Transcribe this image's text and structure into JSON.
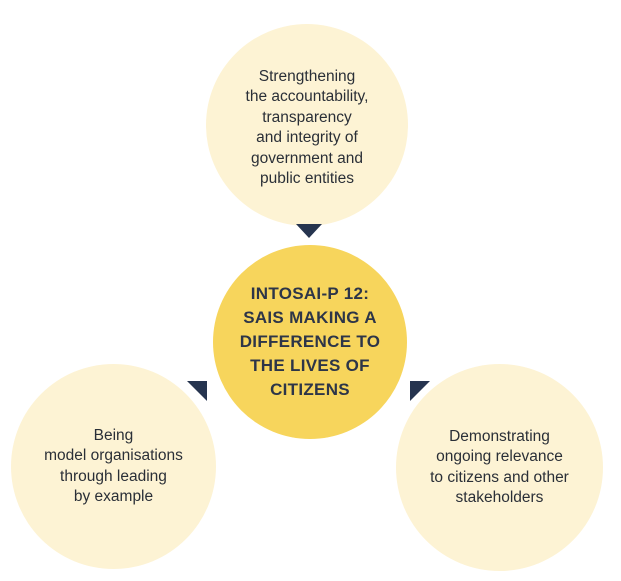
{
  "diagram": {
    "top_circle": {
      "text": "Strengthening\nthe accountability,\ntransparency\nand integrity of\ngovernment and\npublic entities"
    },
    "left_circle": {
      "text": "Being\nmodel organisations\nthrough leading\nby example"
    },
    "right_circle": {
      "text": "Demonstrating\nongoing relevance\nto citizens and other\nstakeholders"
    },
    "center_circle": {
      "text": "INTOSAI-P 12:\nSAIS MAKING A\nDIFFERENCE TO\nTHE LIVES OF\nCITIZENS"
    },
    "colors": {
      "outer_fill": "#fdf3d4",
      "center_fill": "#f7d55c",
      "arrow": "#26344f",
      "text": "#2a2f37"
    }
  }
}
